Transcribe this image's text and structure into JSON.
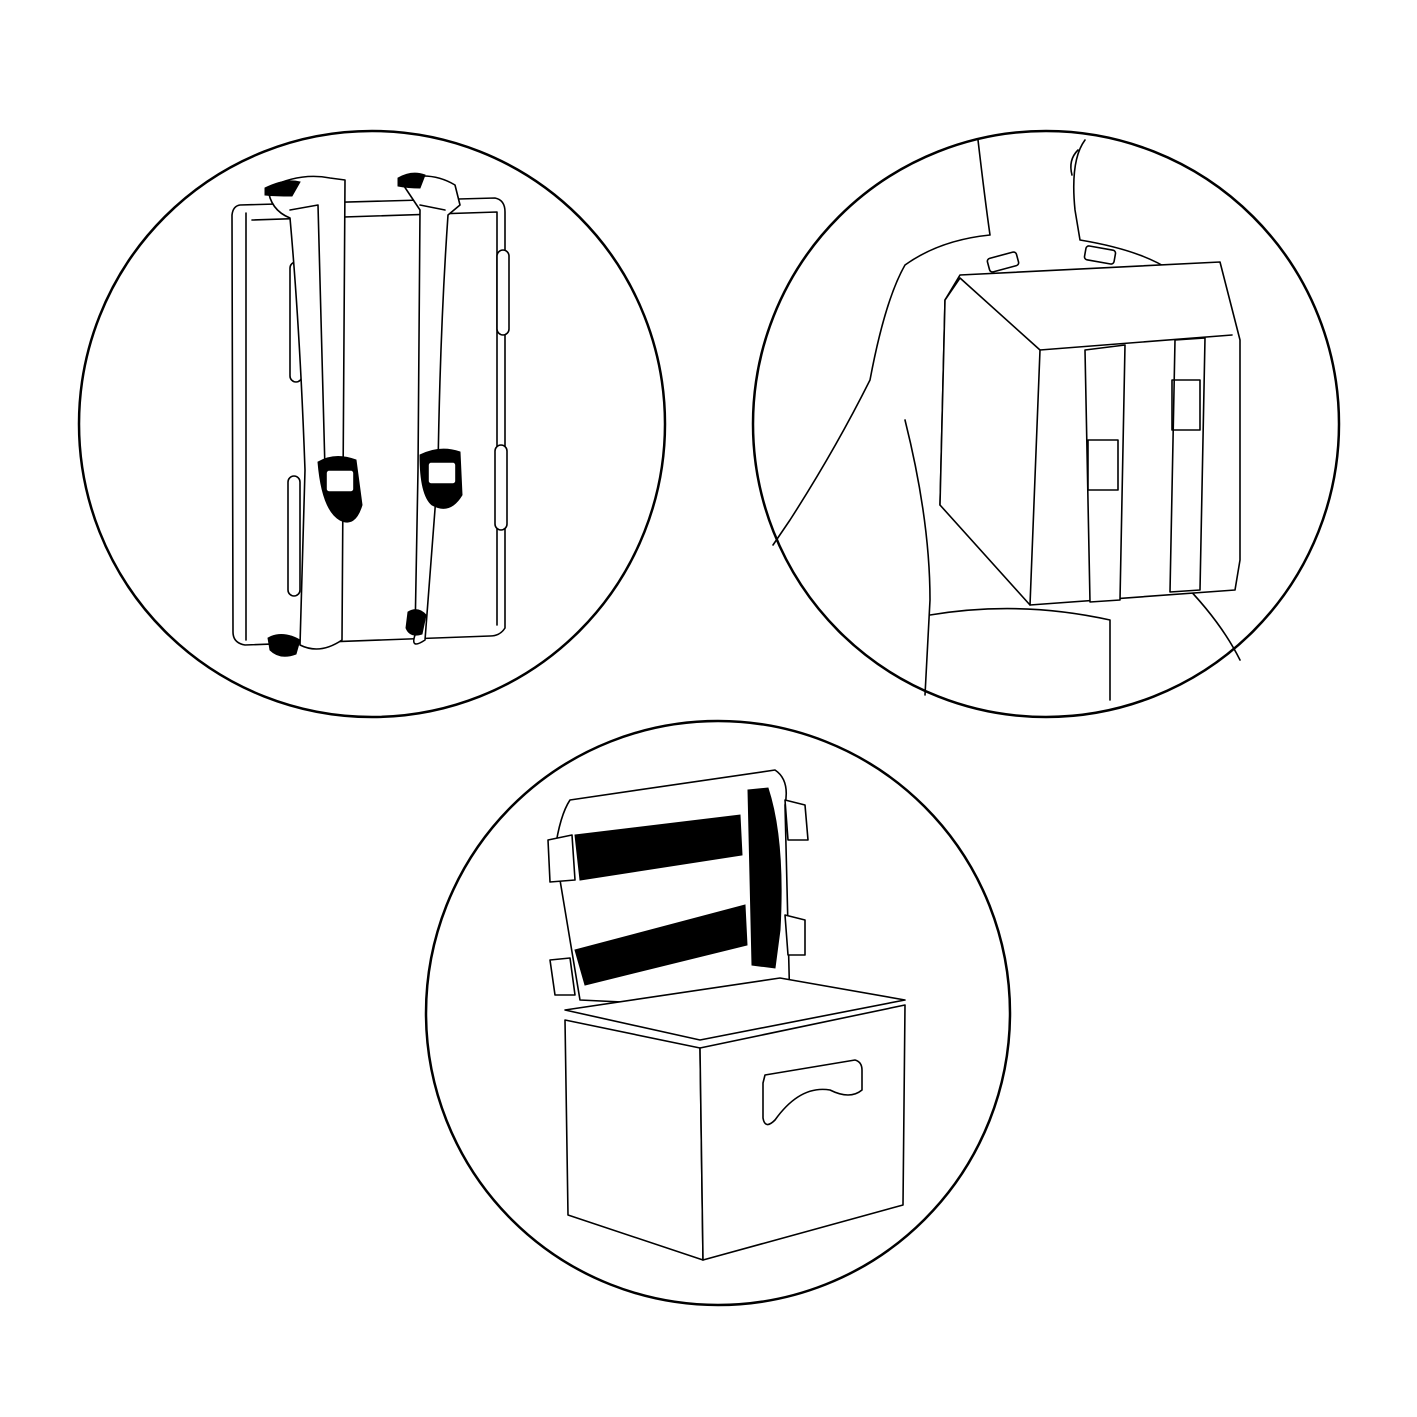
{
  "colors": {
    "line": "#000000",
    "background": "#ffffff"
  },
  "panels": [
    {
      "id": "backpack-rear-view",
      "icon": "backpack-case-icon"
    },
    {
      "id": "worn-on-back-view",
      "icon": "person-wearing-case-icon"
    },
    {
      "id": "open-box-view",
      "icon": "open-box-lid-straps-icon"
    }
  ]
}
